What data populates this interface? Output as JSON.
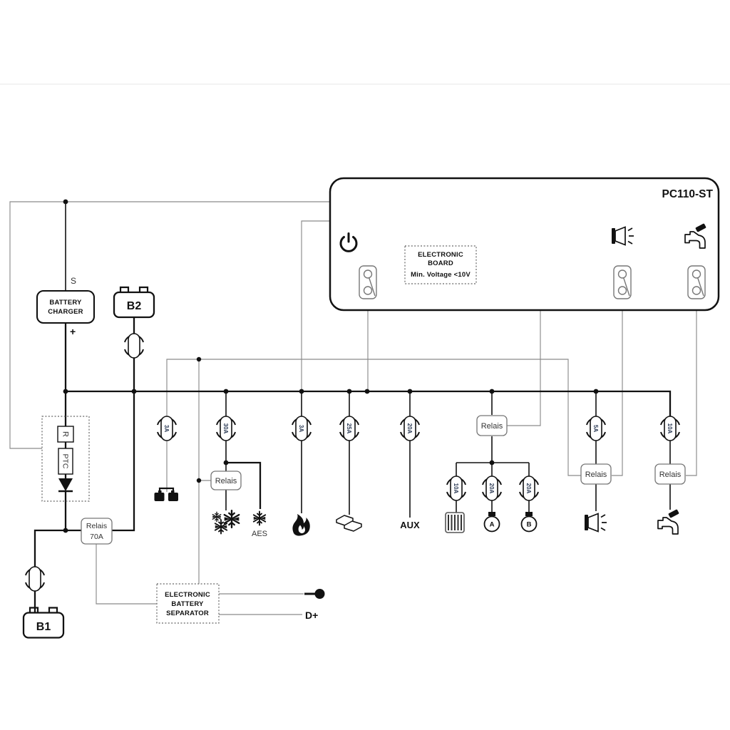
{
  "pc_unit": {
    "title": "PC110-ST",
    "board_line1": "ELECTRONIC",
    "board_line2": "BOARD",
    "board_line3": "Min. Voltage <10V"
  },
  "charger": {
    "line1": "BATTERY",
    "line2": "CHARGER",
    "sense_label": "S",
    "plus_label": "+"
  },
  "batteries": {
    "b1": "B1",
    "b2": "B2"
  },
  "protection": {
    "r": "R",
    "ptc": "PTC"
  },
  "relays": {
    "main_line1": "Relais",
    "main_line2": "70A",
    "generic": "Relais"
  },
  "separator": {
    "line1": "ELECTRONIC",
    "line2": "BATTERY",
    "line3": "SEPARATOR",
    "dplus": "D+"
  },
  "fuse_labels": [
    "3A",
    "30A",
    "3A",
    "25A",
    "20A",
    "10A",
    "20A",
    "20A",
    "5A",
    "10A"
  ],
  "loads": {
    "aux": "AUX",
    "aes": "AES",
    "bulb_a": "A",
    "bulb_b": "B"
  },
  "icons": {
    "power": "power-icon",
    "awning_light": "floodlight-icon",
    "water_pump": "tap-icon",
    "fridge": "snowflake-cluster-icon",
    "aes": "snowflake-icon",
    "heating": "flame-icon",
    "entry_step": "step-icon",
    "heater": "radiator-icon",
    "lamp_a": "bulb-a-icon",
    "lamp_b": "bulb-b-icon",
    "dual_battery": "dual-battery-icon",
    "ignition": "key-icon"
  },
  "colors": {
    "wire": "#111111",
    "control_wire": "#8a8a8a",
    "fuse_text": "#2b3a55"
  }
}
